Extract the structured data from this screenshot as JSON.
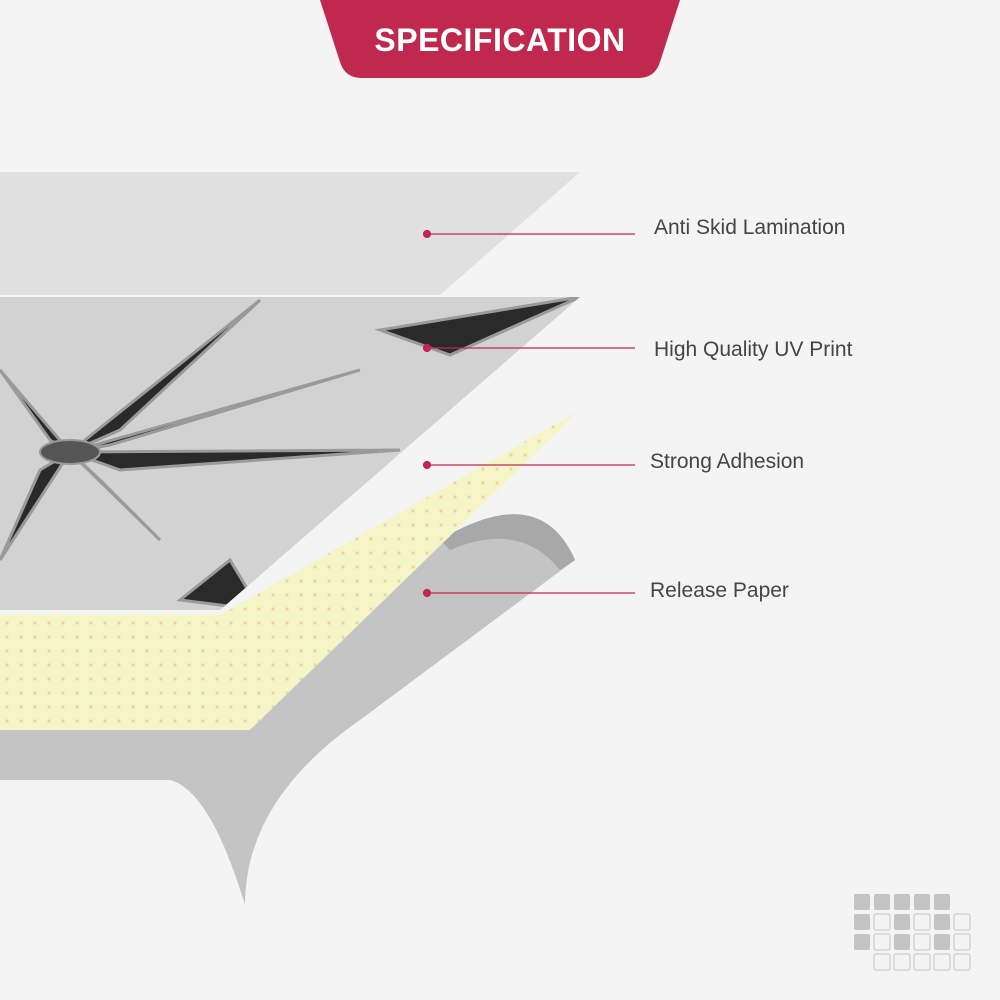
{
  "header": {
    "title": "SPECIFICATION"
  },
  "layers": [
    {
      "label": "Anti Skid Lamination"
    },
    {
      "label": "High Quality UV Print"
    },
    {
      "label": "Strong Adhesion"
    },
    {
      "label": "Release Paper"
    }
  ],
  "colors": {
    "accent": "#c0284f",
    "lamination": "#dcdcdc",
    "adhesion": "#f6f5c8",
    "release": "#c8c8c8"
  }
}
